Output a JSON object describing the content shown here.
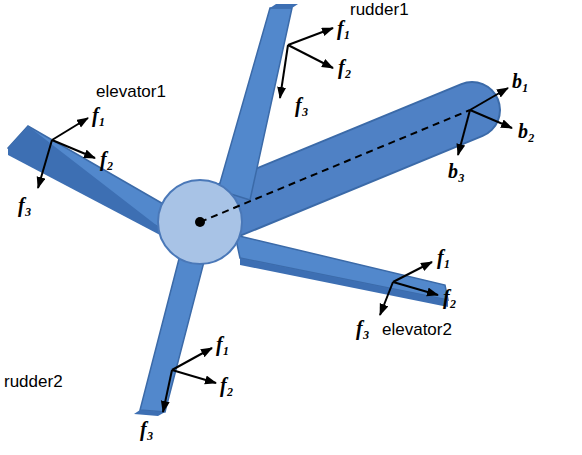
{
  "diagram": {
    "labels": [
      "rudder1",
      "f₁",
      "f₂",
      "f₃",
      "elevator1",
      "f₁",
      "f₂",
      "f₃",
      "b₁",
      "b₂",
      "b₃",
      "f₁",
      "f₂",
      "f₃",
      "elevator2",
      "rudder2",
      "f₁",
      "f₂",
      "f₃"
    ]
  }
}
